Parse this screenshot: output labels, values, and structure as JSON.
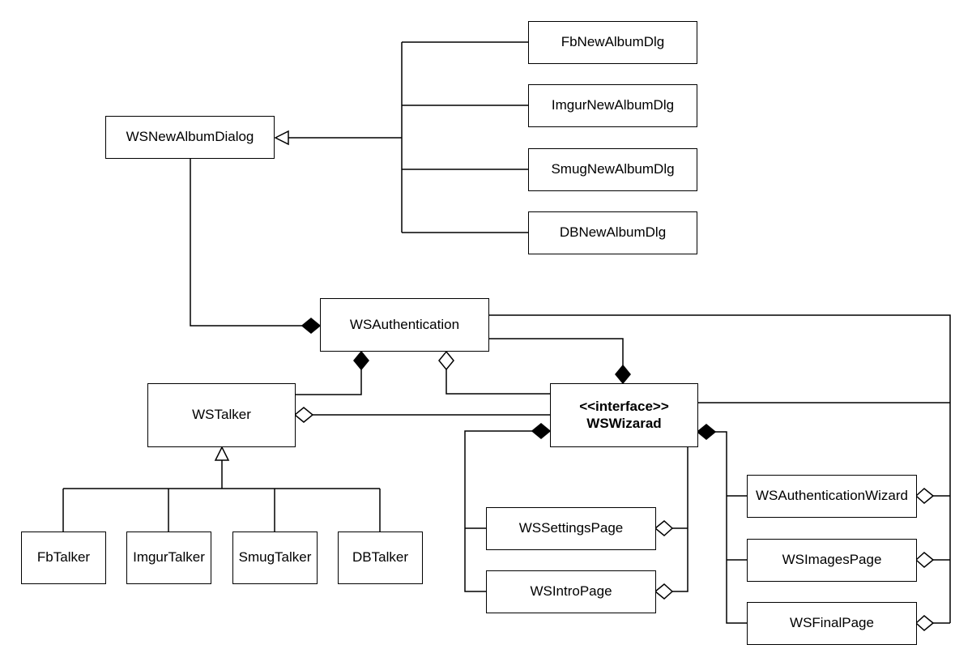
{
  "classes": {
    "ws_new_album_dialog": "WSNewAlbumDialog",
    "fb_new_album_dlg": "FbNewAlbumDlg",
    "imgur_new_album_dlg": "ImgurNewAlbumDlg",
    "smug_new_album_dlg": "SmugNewAlbumDlg",
    "db_new_album_dlg": "DBNewAlbumDlg",
    "ws_authentication": "WSAuthentication",
    "ws_talker": "WSTalker",
    "ws_wizard_stereotype": "<<interface>>",
    "ws_wizard": "WSWizarad",
    "fb_talker": "FbTalker",
    "imgur_talker": "ImgurTalker",
    "smug_talker": "SmugTalker",
    "db_talker": "DBTalker",
    "ws_settings_page": "WSSettingsPage",
    "ws_intro_page": "WSIntroPage",
    "ws_authentication_wizard": "WSAuthenticationWizard",
    "ws_images_page": "WSImagesPage",
    "ws_final_page": "WSFinalPage"
  }
}
